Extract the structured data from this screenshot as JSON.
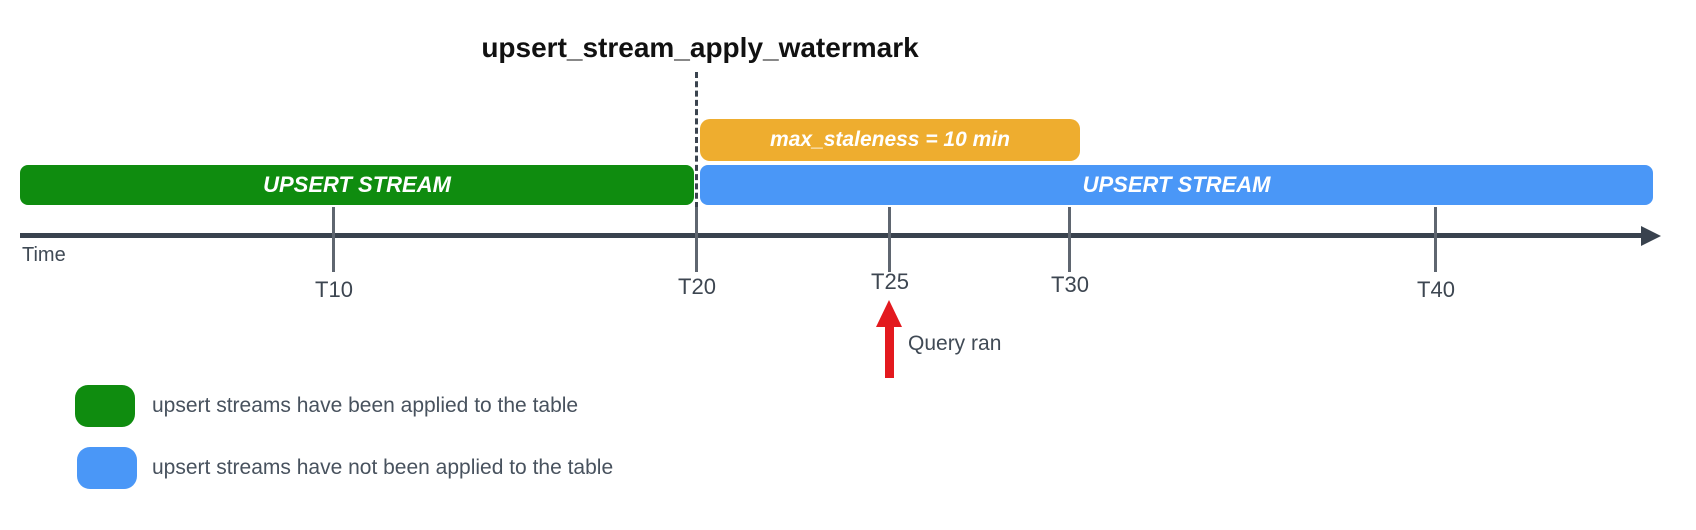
{
  "title": "upsert_stream_apply_watermark",
  "colors": {
    "applied_green": "#0f8c0f",
    "not_applied_blue": "#4a97f7",
    "staleness_orange": "#eead2f",
    "axis_slate": "#39424e",
    "query_red": "#e3191e"
  },
  "bars": {
    "staleness": {
      "label": "max_staleness = 10 min"
    },
    "applied": {
      "label": "UPSERT STREAM"
    },
    "not_applied": {
      "label": "UPSERT STREAM"
    }
  },
  "timeline": {
    "axis_label": "Time",
    "ticks": [
      {
        "label": "T10"
      },
      {
        "label": "T20"
      },
      {
        "label": "T25"
      },
      {
        "label": "T30"
      },
      {
        "label": "T40"
      }
    ]
  },
  "annotations": {
    "watermark_position_tick": "T20",
    "query_ran": "Query ran",
    "query_position_tick": "T25"
  },
  "legend": [
    {
      "color": "#0f8c0f",
      "label": "upsert streams have been applied to the table"
    },
    {
      "color": "#4a97f7",
      "label": "upsert streams have not been applied to the table"
    }
  ]
}
